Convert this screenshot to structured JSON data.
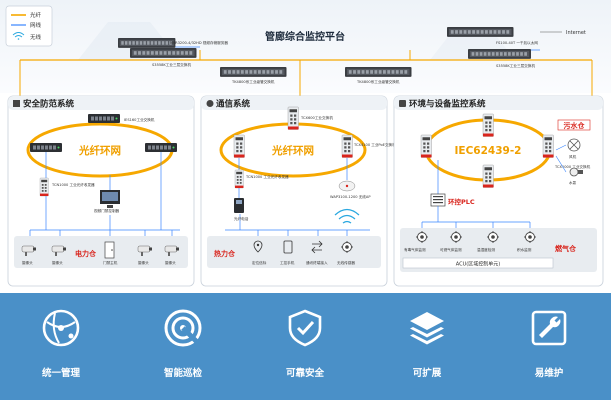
{
  "legend": {
    "fiber": "光纤",
    "cable": "网线",
    "wireless": "无线"
  },
  "platform_title": "管廊综合监控平台",
  "top_labels": {
    "nvr": "NVR3200-4/32HD 视频存储服务器",
    "switch_left": "S3558K工业三层交换机",
    "switch_right": "S3558K工业三层交换机",
    "ring_sw1": "TK4800系工业级管交换机",
    "ring_sw2": "TK4800系工业级管交换机",
    "fs_switch": "FS100-40T 一千兆以太网",
    "internet": "Internet"
  },
  "sections": {
    "security": {
      "title": "安全防范系统",
      "ring": "光纤环网",
      "labels": [
        "IES160工业交换机",
        "TCN1000 工业光纤收发器",
        "视频门禁控制器",
        "门禁主机",
        "摄像头",
        "摄像头",
        "摄像头",
        "摄像头"
      ],
      "zone": "电力仓"
    },
    "comm": {
      "title": "通信系统",
      "ring": "光纤环网",
      "labels": [
        "TCX600工业交换机",
        "TCX4100 工业PoE交换机",
        "TCN1000 工业光纤收发器",
        "WAP3100-1200 无线AP",
        "光纤电话"
      ],
      "icons": [
        "定位信标",
        "工控手机",
        "通讯终端接入",
        "无线传感器"
      ],
      "zone": "热力仓"
    },
    "env": {
      "title": "环境与设备监控系统",
      "ring": "IEC62439-2",
      "labels": [
        "TCX1000 工业交换机",
        "风机",
        "水泵"
      ],
      "plc": "环控PLC",
      "sensors": [
        "有毒气体监测",
        "可燃气体监测",
        "温湿度检测",
        "积水监测"
      ],
      "acu": "ACU(区域控制单元)",
      "zone_top": "污水仓",
      "zone_bottom": "燃气仓"
    }
  },
  "features": [
    "统一管理",
    "智能巡检",
    "可靠安全",
    "可扩展",
    "易维护"
  ],
  "colors": {
    "fiber": "#f6a800",
    "cable": "#3a86ff",
    "wireless": "#2aa8e0",
    "accent_red": "#d9251d",
    "bottom_bg": "#4a90c8"
  }
}
